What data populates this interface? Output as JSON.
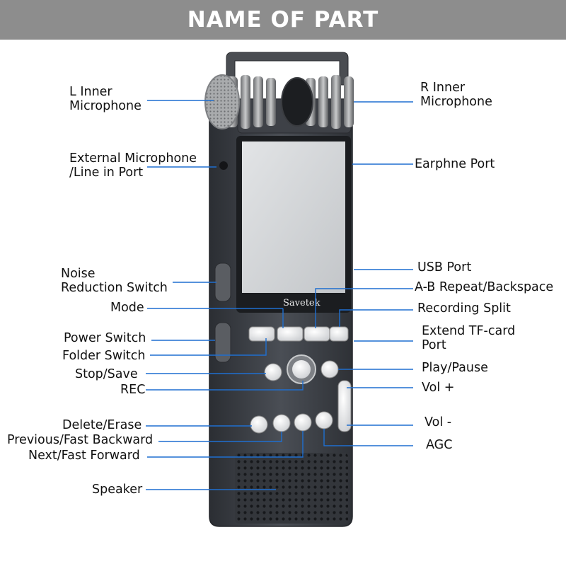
{
  "banner": {
    "title": "NAME OF PART"
  },
  "device": {
    "brand": "Savetek"
  },
  "colors": {
    "banner": "#8d8d8d",
    "leader": "#1f6fd0",
    "body": "#3a3d42",
    "screen": "#d6d8da"
  },
  "labels": {
    "l_inner_mic": "L Inner\nMicrophone",
    "r_inner_mic": "R Inner\nMicrophone",
    "ext_mic": "External Microphone\n/Line in Port",
    "earphone": "Earphne Port",
    "noise": "Noise\nReduction Switch",
    "usb": "USB Port",
    "ab_repeat": "A-B Repeat/Backspace",
    "mode": "Mode",
    "rec_split": "Recording Split",
    "power": "Power Switch",
    "tf_card": "Extend TF-card\nPort",
    "folder": "Folder Switch",
    "play": "Play/Pause",
    "stop": "Stop/Save",
    "rec": "REC",
    "vol_plus": "Vol +",
    "delete": "Delete/Erase",
    "vol_minus": "Vol -",
    "prev": "Previous/Fast Backward",
    "agc": "AGC",
    "next": "Next/Fast Forward",
    "speaker": "Speaker"
  }
}
